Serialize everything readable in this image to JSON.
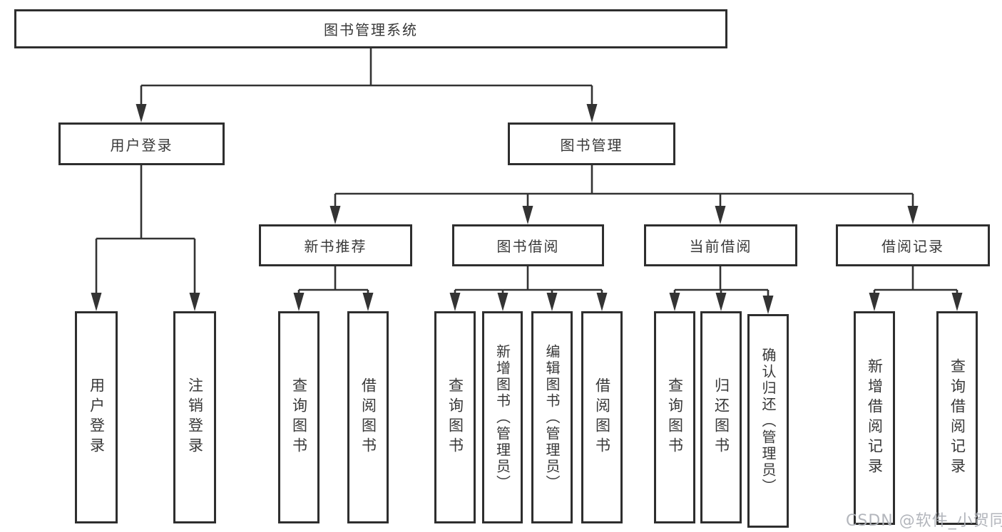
{
  "tree": {
    "root": {
      "label": "图书管理系统",
      "children": [
        {
          "label": "用户登录",
          "children": [
            {
              "label": "用户登录"
            },
            {
              "label": "注销登录"
            }
          ]
        },
        {
          "label": "图书管理",
          "children": [
            {
              "label": "新书推荐",
              "children": [
                {
                  "label": "查询图书"
                },
                {
                  "label": "借阅图书"
                }
              ]
            },
            {
              "label": "图书借阅",
              "children": [
                {
                  "label": "查询图书"
                },
                {
                  "label": "新增图书（管理员）"
                },
                {
                  "label": "编辑图书（管理员）"
                },
                {
                  "label": "借阅图书"
                }
              ]
            },
            {
              "label": "当前借阅",
              "children": [
                {
                  "label": "查询图书"
                },
                {
                  "label": "归还图书"
                },
                {
                  "label": "确认归还（管理员）"
                }
              ]
            },
            {
              "label": "借阅记录",
              "children": [
                {
                  "label": "新增借阅记录"
                },
                {
                  "label": "查询借阅记录"
                }
              ]
            }
          ]
        }
      ]
    }
  },
  "watermark": {
    "text": "CSDN @软件_小贺同学"
  },
  "colors": {
    "border": "#2e2e2e",
    "line": "#333333",
    "text": "#383838",
    "watermark": "#afb2b8",
    "background": "#ffffff"
  }
}
